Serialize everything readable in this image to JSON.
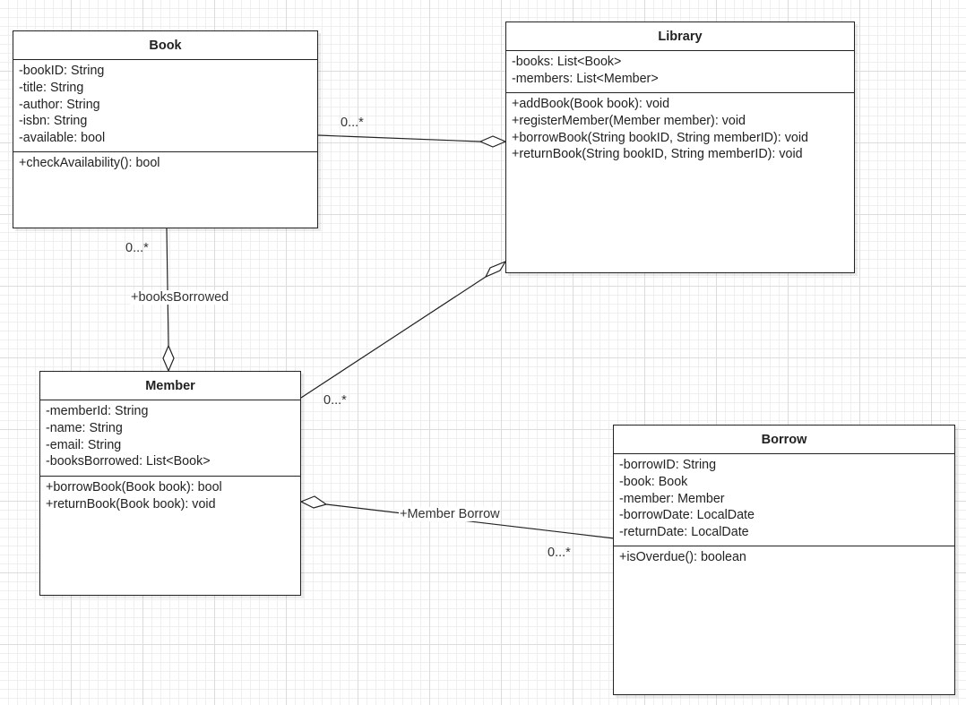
{
  "classes": {
    "book": {
      "name": "Book",
      "attributes": [
        "-bookID: String",
        "-title: String",
        "-author: String",
        "-isbn: String",
        "-available: bool"
      ],
      "methods": [
        "+checkAvailability(): bool"
      ]
    },
    "library": {
      "name": "Library",
      "attributes": [
        "-books: List<Book>",
        "-members: List<Member>"
      ],
      "methods": [
        "+addBook(Book book): void",
        "+registerMember(Member member): void",
        "+borrowBook(String bookID, String memberID): void",
        "+returnBook(String bookID, String memberID): void"
      ]
    },
    "member": {
      "name": "Member",
      "attributes": [
        "-memberId: String",
        "-name: String",
        "-email: String",
        "-booksBorrowed: List<Book>"
      ],
      "methods": [
        "+borrowBook(Book book): bool",
        "+returnBook(Book book): void"
      ]
    },
    "borrow": {
      "name": "Borrow",
      "attributes": [
        "-borrowID: String",
        "-book: Book",
        "-member: Member",
        "-borrowDate: LocalDate",
        "-returnDate: LocalDate"
      ],
      "methods": [
        "+isOverdue(): boolean"
      ]
    }
  },
  "relations": {
    "book_library": {
      "multiplicity": "0...*"
    },
    "book_member": {
      "multiplicity": "0...*",
      "label": "+booksBorrowed"
    },
    "member_library": {
      "multiplicity": "0...*"
    },
    "member_borrow": {
      "multiplicity": "0...*",
      "label": "+Member Borrow"
    }
  }
}
